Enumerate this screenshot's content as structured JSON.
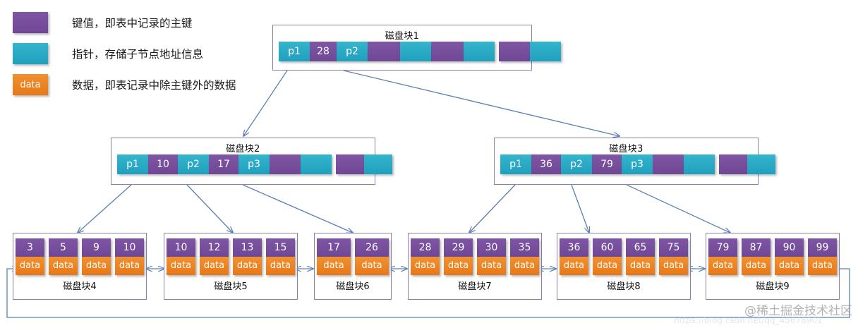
{
  "legend": {
    "items": [
      {
        "swatch": "key-swatch",
        "swatch_label": "",
        "text": "键值，即表中记录的主键"
      },
      {
        "swatch": "pointer-swatch",
        "swatch_label": "",
        "text": "指针，存储子节点地址信息"
      },
      {
        "swatch": "data-swatch",
        "swatch_label": "data",
        "text": "数据，即表记录中除主键外的数据"
      }
    ]
  },
  "colors": {
    "key_purple": "#6f4795",
    "pointer_cyan": "#1fa0bd",
    "data_orange": "#e8781a",
    "arrow_blue": "#5b7fb5",
    "box_border": "#8c7fb0"
  },
  "internal_nodes": [
    {
      "title": "磁盘块1",
      "cells": [
        {
          "type": "pointer",
          "label": "p1",
          "w": 44
        },
        {
          "type": "key",
          "label": "28",
          "w": 38
        },
        {
          "type": "pointer",
          "label": "p2",
          "w": 44
        },
        {
          "type": "key",
          "label": "",
          "w": 46
        },
        {
          "type": "pointer",
          "label": "",
          "w": 44
        },
        {
          "type": "key",
          "label": "",
          "w": 46
        },
        {
          "type": "pointer",
          "label": "",
          "w": 44
        },
        {
          "type": "gap",
          "label": "",
          "w": 6
        },
        {
          "type": "key",
          "label": "",
          "w": 44
        },
        {
          "type": "pointer",
          "label": "",
          "w": 44
        }
      ]
    },
    {
      "title": "磁盘块2",
      "cells": [
        {
          "type": "pointer",
          "label": "p1",
          "w": 44
        },
        {
          "type": "key",
          "label": "10",
          "w": 42
        },
        {
          "type": "pointer",
          "label": "p2",
          "w": 44
        },
        {
          "type": "key",
          "label": "17",
          "w": 42
        },
        {
          "type": "pointer",
          "label": "p3",
          "w": 44
        },
        {
          "type": "key",
          "label": "",
          "w": 44
        },
        {
          "type": "pointer",
          "label": "",
          "w": 44
        },
        {
          "type": "gap",
          "label": "",
          "w": 6
        },
        {
          "type": "key",
          "label": "",
          "w": 40
        },
        {
          "type": "pointer",
          "label": "",
          "w": 40
        }
      ]
    },
    {
      "title": "磁盘块3",
      "cells": [
        {
          "type": "pointer",
          "label": "p1",
          "w": 44
        },
        {
          "type": "key",
          "label": "36",
          "w": 42
        },
        {
          "type": "pointer",
          "label": "p2",
          "w": 44
        },
        {
          "type": "key",
          "label": "79",
          "w": 42
        },
        {
          "type": "pointer",
          "label": "p3",
          "w": 44
        },
        {
          "type": "key",
          "label": "",
          "w": 44
        },
        {
          "type": "pointer",
          "label": "",
          "w": 44
        },
        {
          "type": "gap",
          "label": "",
          "w": 6
        },
        {
          "type": "key",
          "label": "",
          "w": 40
        },
        {
          "type": "pointer",
          "label": "",
          "w": 40
        }
      ]
    }
  ],
  "leaf_nodes": [
    {
      "title": "磁盘块4",
      "keys": [
        "3",
        "5",
        "9",
        "10"
      ],
      "data_label": "data"
    },
    {
      "title": "磁盘块5",
      "keys": [
        "10",
        "12",
        "13",
        "15"
      ],
      "data_label": "data"
    },
    {
      "title": "磁盘块6",
      "keys": [
        "17",
        "26"
      ],
      "data_label": "data"
    },
    {
      "title": "磁盘块7",
      "keys": [
        "28",
        "29",
        "30",
        "35"
      ],
      "data_label": "data"
    },
    {
      "title": "磁盘块8",
      "keys": [
        "36",
        "60",
        "65",
        "75"
      ],
      "data_label": "data"
    },
    {
      "title": "磁盘块9",
      "keys": [
        "79",
        "87",
        "90",
        "99"
      ],
      "data_label": "data"
    }
  ],
  "watermark": {
    "text": "@稀土掘金技术社区",
    "url": "https://blog.csdn.net/qq_45678901"
  }
}
